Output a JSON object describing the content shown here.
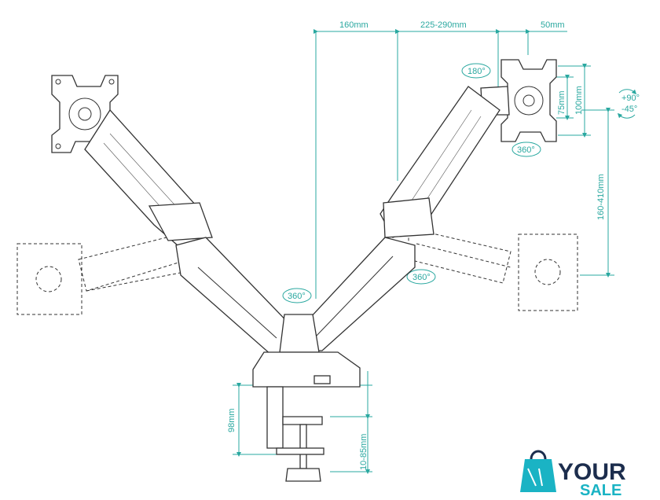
{
  "dimensions": {
    "reach_center": "160mm",
    "reach_arm": "225-290mm",
    "offset": "50mm",
    "vesa_small": "75mm",
    "vesa_large": "100mm",
    "height_range": "160-410mm",
    "base_height": "98mm",
    "clamp_range": "10-85mm"
  },
  "rotations": {
    "rotate_180": "180°",
    "rotate_360_top": "360°",
    "rotate_360_mid": "360°",
    "rotate_360_base": "360°",
    "tilt_up": "+90°",
    "tilt_down": "-45°"
  },
  "logo": {
    "main": "YOUR",
    "sub": "SALE"
  }
}
